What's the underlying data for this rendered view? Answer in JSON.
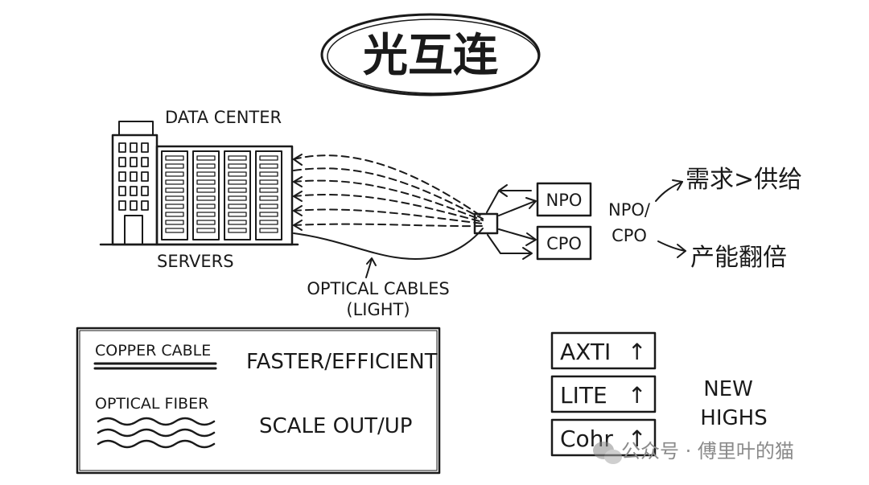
{
  "title": "光互连",
  "datacenter": {
    "label": "DATA CENTER",
    "servers_label": "SERVERS"
  },
  "cables": {
    "label_line1": "OPTICAL CABLES",
    "label_line2": "(LIGHT)"
  },
  "packaging": {
    "npo": "NPO",
    "cpo": "CPO",
    "combined_line1": "NPO/",
    "combined_line2": "CPO"
  },
  "outcomes": {
    "demand": "需求>供给",
    "capacity": "产能翻倍"
  },
  "comparison": {
    "copper_label": "COPPER CABLE",
    "fiber_label": "OPTICAL FIBER",
    "benefit_1": "FASTER/EFFICIENT",
    "benefit_2": "SCALE OUT/UP"
  },
  "stocks": {
    "tickers": [
      {
        "symbol": "AXTI",
        "arrow": "↑"
      },
      {
        "symbol": "LITE",
        "arrow": "↑"
      },
      {
        "symbol": "Cohr",
        "arrow": "↑"
      }
    ],
    "label_line1": "NEW",
    "label_line2": "HIGHS"
  },
  "watermark": "公众号 · 傅里叶的猫"
}
